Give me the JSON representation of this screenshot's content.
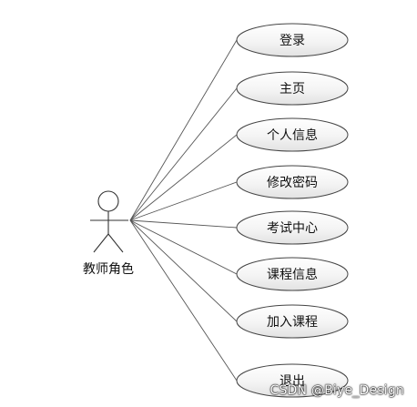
{
  "actor": {
    "label": "教师角色"
  },
  "use_cases": [
    {
      "label": "登录"
    },
    {
      "label": "主页"
    },
    {
      "label": "个人信息"
    },
    {
      "label": "修改密码"
    },
    {
      "label": "考试中心"
    },
    {
      "label": "课程信息"
    },
    {
      "label": "加入课程"
    },
    {
      "label": "退出"
    }
  ],
  "watermark": "CSDN @Biye_Design",
  "colors": {
    "ellipse_fill_top": "#ffffff",
    "ellipse_fill_bottom": "#e6e6e6",
    "line": "#555555"
  }
}
